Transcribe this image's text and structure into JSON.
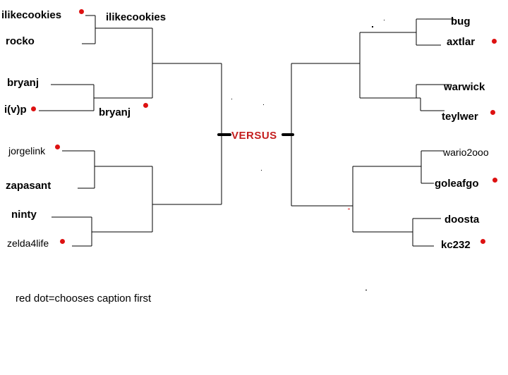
{
  "center_label": "VERSUS",
  "legend": "red dot=chooses caption first",
  "colors": {
    "dot": "#d11111",
    "versus": "#c41e1e",
    "line": "#000000"
  },
  "left": {
    "round1": [
      {
        "name": "ilikecookies",
        "dot": true
      },
      {
        "name": "rocko",
        "dot": false
      },
      {
        "name": "bryanj",
        "dot": false
      },
      {
        "name": "i(v)p",
        "dot": true
      },
      {
        "name": "jorgelink",
        "dot": true
      },
      {
        "name": "zapasant",
        "dot": false
      },
      {
        "name": "ninty",
        "dot": false
      },
      {
        "name": "zelda4life",
        "dot": true
      }
    ],
    "round2": [
      {
        "name": "ilikecookies",
        "dot": false
      },
      {
        "name": "bryanj",
        "dot": true
      }
    ]
  },
  "right": {
    "round1": [
      {
        "name": "bug",
        "dot": false
      },
      {
        "name": "axtlar",
        "dot": true
      },
      {
        "name": "warwick",
        "dot": false
      },
      {
        "name": "teylwer",
        "dot": true
      },
      {
        "name": "wario2ooo",
        "dot": false
      },
      {
        "name": "goleafgo",
        "dot": true
      },
      {
        "name": "doosta",
        "dot": false
      },
      {
        "name": "kc232",
        "dot": true
      }
    ]
  }
}
